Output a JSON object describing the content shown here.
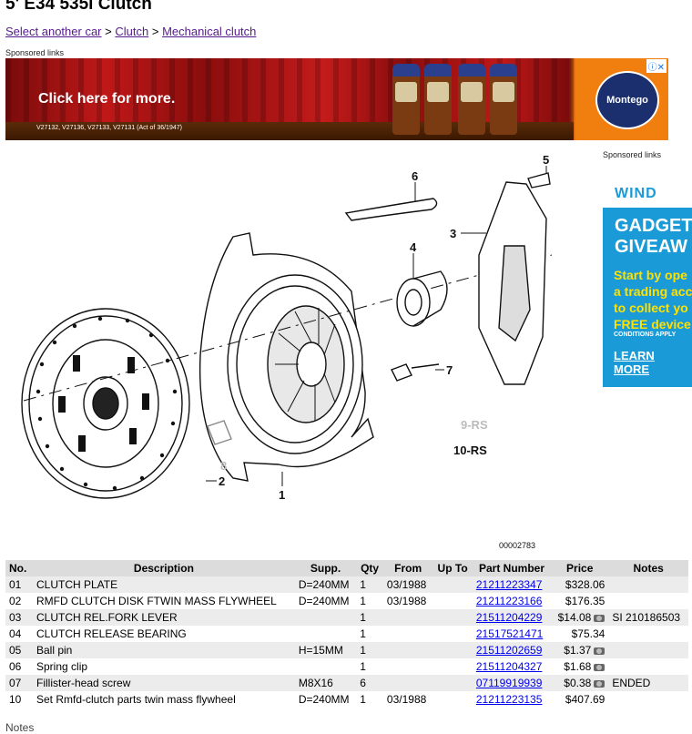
{
  "page": {
    "title": "5' E34 535i Clutch",
    "breadcrumb": [
      {
        "label": "Select another car"
      },
      {
        "label": "Clutch"
      },
      {
        "label": "Mechanical clutch"
      }
    ],
    "sponsored_label": "Sponsored links"
  },
  "ad_top": {
    "cta": "Click here for more.",
    "fine_print": "V27132, V27136, V27133, V27131 (Act of 36/1947)",
    "brand": "Montego"
  },
  "ad_side": {
    "logo": "WIND",
    "headline1": "GADGET",
    "headline2": "GIVEAW",
    "body1": "Start by ope",
    "body2": "a trading acc",
    "body3": "to collect yo",
    "body4": "FREE device",
    "conditions": "CONDITIONS APPLY",
    "learn_more": "LEARN MORE"
  },
  "diagram": {
    "callouts": [
      "1",
      "2",
      "3",
      "4",
      "5",
      "6",
      "7",
      "8"
    ],
    "variant_a": "9-RS",
    "variant_b": "10-RS",
    "code": "00002783"
  },
  "table": {
    "headers": [
      "No.",
      "Description",
      "Supp.",
      "Qty",
      "From",
      "Up To",
      "Part Number",
      "Price",
      "Notes"
    ],
    "rows": [
      {
        "no": "01",
        "desc": "CLUTCH PLATE",
        "supp": "D=240MM",
        "qty": "1",
        "from": "03/1988",
        "upto": "",
        "pn": "21211223347",
        "price": "$328.06",
        "cam": false,
        "notes": ""
      },
      {
        "no": "02",
        "desc": "RMFD CLUTCH DISK FTWIN MASS FLYWHEEL",
        "supp": "D=240MM",
        "qty": "1",
        "from": "03/1988",
        "upto": "",
        "pn": "21211223166",
        "price": "$176.35",
        "cam": false,
        "notes": ""
      },
      {
        "no": "03",
        "desc": "CLUTCH REL.FORK LEVER",
        "supp": "",
        "qty": "1",
        "from": "",
        "upto": "",
        "pn": "21511204229",
        "price": "$14.08",
        "cam": true,
        "notes": "SI 210186503"
      },
      {
        "no": "04",
        "desc": "CLUTCH RELEASE BEARING",
        "supp": "",
        "qty": "1",
        "from": "",
        "upto": "",
        "pn": "21517521471",
        "price": "$75.34",
        "cam": false,
        "notes": ""
      },
      {
        "no": "05",
        "desc": "Ball pin",
        "supp": "H=15MM",
        "qty": "1",
        "from": "",
        "upto": "",
        "pn": "21511202659",
        "price": "$1.37",
        "cam": true,
        "notes": ""
      },
      {
        "no": "06",
        "desc": "Spring clip",
        "supp": "",
        "qty": "1",
        "from": "",
        "upto": "",
        "pn": "21511204327",
        "price": "$1.68",
        "cam": true,
        "notes": ""
      },
      {
        "no": "07",
        "desc": "Fillister-head screw",
        "supp": "M8X16",
        "qty": "6",
        "from": "",
        "upto": "",
        "pn": "07119919939",
        "price": "$0.38",
        "cam": true,
        "notes": "ENDED"
      },
      {
        "no": "10",
        "desc": "Set Rmfd-clutch parts twin mass flywheel",
        "supp": "D=240MM",
        "qty": "1",
        "from": "03/1988",
        "upto": "",
        "pn": "21211223135",
        "price": "$407.69",
        "cam": false,
        "notes": ""
      }
    ]
  },
  "notes_heading": "Notes"
}
